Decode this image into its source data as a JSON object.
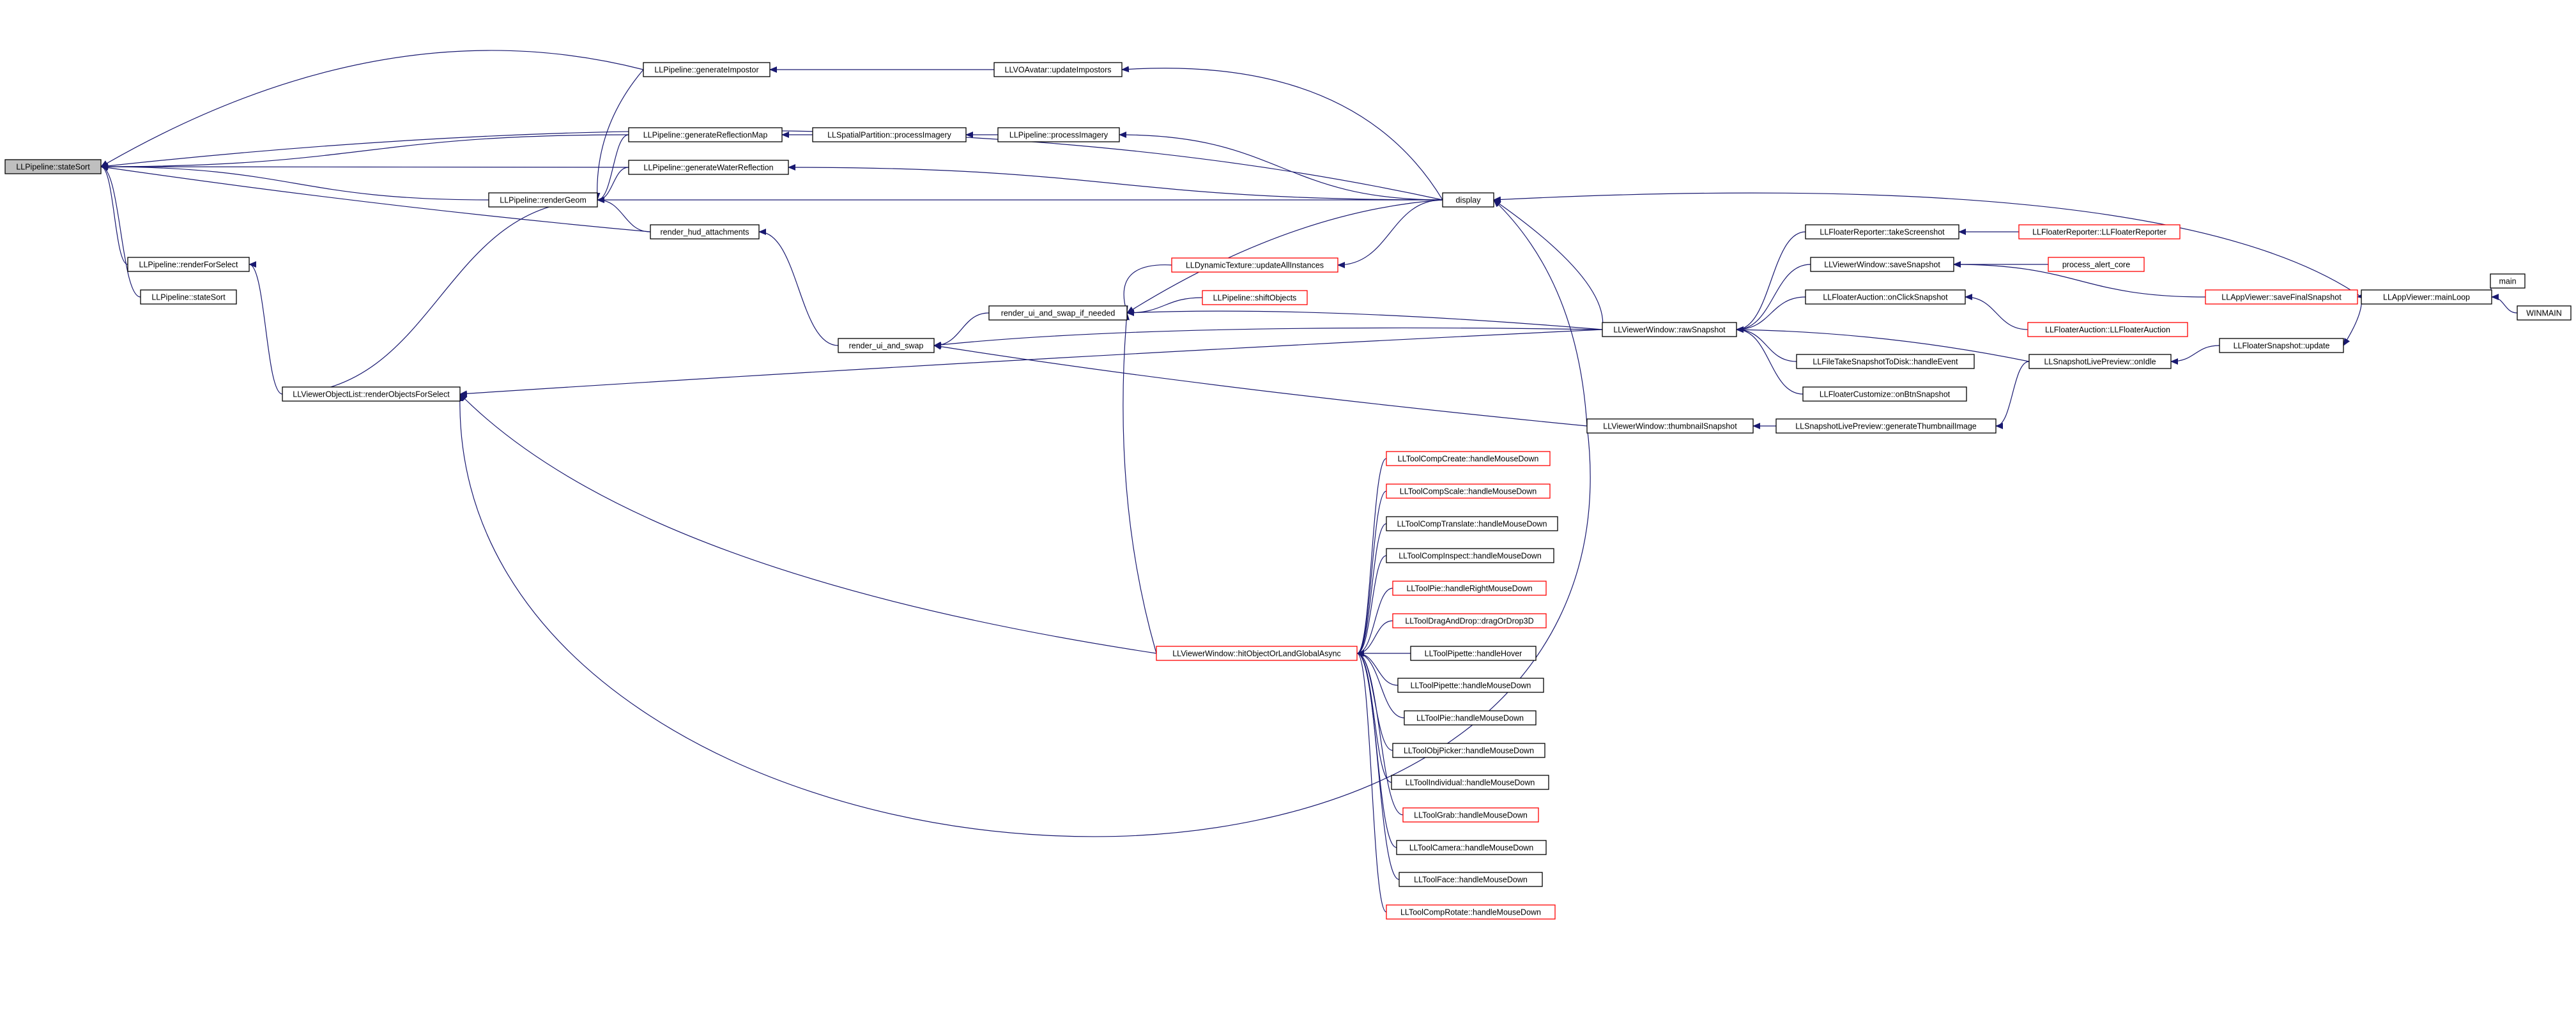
{
  "colors": {
    "edge": "#191970",
    "node_border": "#000000",
    "node_truncated_border": "#ff0000",
    "root_fill": "#bfbfbf",
    "node_fill": "#ffffff"
  },
  "nodes": [
    {
      "id": "stateSort_root",
      "label": "LLPipeline::stateSort",
      "kind": "root"
    },
    {
      "id": "renderForSelect",
      "label": "LLPipeline::renderForSelect",
      "kind": "normal"
    },
    {
      "id": "stateSort2",
      "label": "LLPipeline::stateSort",
      "kind": "normal"
    },
    {
      "id": "renderObjectsForSelect",
      "label": "LLViewerObjectList::renderObjectsForSelect",
      "kind": "normal"
    },
    {
      "id": "renderGeom",
      "label": "LLPipeline::renderGeom",
      "kind": "normal"
    },
    {
      "id": "generateImpostor",
      "label": "LLPipeline::generateImpostor",
      "kind": "normal"
    },
    {
      "id": "generateReflectionMap",
      "label": "LLPipeline::generateReflectionMap",
      "kind": "normal"
    },
    {
      "id": "generateWaterReflection",
      "label": "LLPipeline::generateWaterReflection",
      "kind": "normal"
    },
    {
      "id": "render_hud_attachments",
      "label": "render_hud_attachments",
      "kind": "normal"
    },
    {
      "id": "render_ui_and_swap",
      "label": "render_ui_and_swap",
      "kind": "normal"
    },
    {
      "id": "updateImpostors",
      "label": "LLVOAvatar::updateImpostors",
      "kind": "normal"
    },
    {
      "id": "spatialProcessImagery",
      "label": "LLSpatialPartition::processImagery",
      "kind": "normal"
    },
    {
      "id": "pipelineProcessImagery",
      "label": "LLPipeline::processImagery",
      "kind": "normal"
    },
    {
      "id": "render_ui_and_swap_if_needed",
      "label": "render_ui_and_swap_if_needed",
      "kind": "normal"
    },
    {
      "id": "updateAllInstances",
      "label": "LLDynamicTexture::updateAllInstances",
      "kind": "truncated"
    },
    {
      "id": "shiftObjects",
      "label": "LLPipeline::shiftObjects",
      "kind": "truncated"
    },
    {
      "id": "display",
      "label": "display",
      "kind": "normal"
    },
    {
      "id": "rawSnapshot",
      "label": "LLViewerWindow::rawSnapshot",
      "kind": "normal"
    },
    {
      "id": "thumbnailSnapshot",
      "label": "LLViewerWindow::thumbnailSnapshot",
      "kind": "normal"
    },
    {
      "id": "hitObjectOrLandGlobalAsync",
      "label": "LLViewerWindow::hitObjectOrLandGlobalAsync",
      "kind": "truncated"
    },
    {
      "id": "compCreate",
      "label": "LLToolCompCreate::handleMouseDown",
      "kind": "truncated"
    },
    {
      "id": "compScale",
      "label": "LLToolCompScale::handleMouseDown",
      "kind": "truncated"
    },
    {
      "id": "compTranslate",
      "label": "LLToolCompTranslate::handleMouseDown",
      "kind": "normal"
    },
    {
      "id": "compInspect",
      "label": "LLToolCompInspect::handleMouseDown",
      "kind": "normal"
    },
    {
      "id": "pieRight",
      "label": "LLToolPie::handleRightMouseDown",
      "kind": "truncated"
    },
    {
      "id": "dragAndDrop",
      "label": "LLToolDragAndDrop::dragOrDrop3D",
      "kind": "truncated"
    },
    {
      "id": "pipetteHover",
      "label": "LLToolPipette::handleHover",
      "kind": "normal"
    },
    {
      "id": "pipetteDown",
      "label": "LLToolPipette::handleMouseDown",
      "kind": "normal"
    },
    {
      "id": "pieDown",
      "label": "LLToolPie::handleMouseDown",
      "kind": "normal"
    },
    {
      "id": "objPicker",
      "label": "LLToolObjPicker::handleMouseDown",
      "kind": "normal"
    },
    {
      "id": "individual",
      "label": "LLToolIndividual::handleMouseDown",
      "kind": "normal"
    },
    {
      "id": "grab",
      "label": "LLToolGrab::handleMouseDown",
      "kind": "truncated"
    },
    {
      "id": "camera",
      "label": "LLToolCamera::handleMouseDown",
      "kind": "normal"
    },
    {
      "id": "face",
      "label": "LLToolFace::handleMouseDown",
      "kind": "normal"
    },
    {
      "id": "compRotate",
      "label": "LLToolCompRotate::handleMouseDown",
      "kind": "truncated"
    },
    {
      "id": "takeScreenshot",
      "label": "LLFloaterReporter::takeScreenshot",
      "kind": "normal"
    },
    {
      "id": "saveSnapshot",
      "label": "LLViewerWindow::saveSnapshot",
      "kind": "normal"
    },
    {
      "id": "onClickSnapshot",
      "label": "LLFloaterAuction::onClickSnapshot",
      "kind": "normal"
    },
    {
      "id": "fileTakeSnapshot",
      "label": "LLFileTakeSnapshotToDisk::handleEvent",
      "kind": "normal"
    },
    {
      "id": "customizeSnapshot",
      "label": "LLFloaterCustomize::onBtnSnapshot",
      "kind": "normal"
    },
    {
      "id": "generateThumbnailImage",
      "label": "LLSnapshotLivePreview::generateThumbnailImage",
      "kind": "normal"
    },
    {
      "id": "floaterReporterCtor",
      "label": "LLFloaterReporter::LLFloaterReporter",
      "kind": "truncated"
    },
    {
      "id": "processAlertCore",
      "label": "process_alert_core",
      "kind": "truncated"
    },
    {
      "id": "saveFinalSnapshot",
      "label": "LLAppViewer::saveFinalSnapshot",
      "kind": "truncated"
    },
    {
      "id": "floaterAuctionCtor",
      "label": "LLFloaterAuction::LLFloaterAuction",
      "kind": "truncated"
    },
    {
      "id": "onIdle",
      "label": "LLSnapshotLivePreview::onIdle",
      "kind": "normal"
    },
    {
      "id": "floaterSnapshotUpdate",
      "label": "LLFloaterSnapshot::update",
      "kind": "normal"
    },
    {
      "id": "mainLoop",
      "label": "LLAppViewer::mainLoop",
      "kind": "normal"
    },
    {
      "id": "main",
      "label": "main",
      "kind": "normal"
    },
    {
      "id": "winmain",
      "label": "WINMAIN",
      "kind": "normal"
    }
  ],
  "edges": [
    [
      "renderForSelect",
      "stateSort_root"
    ],
    [
      "stateSort2",
      "stateSort_root"
    ],
    [
      "renderGeom",
      "stateSort_root"
    ],
    [
      "generateImpostor",
      "stateSort_root"
    ],
    [
      "generateReflectionMap",
      "stateSort_root"
    ],
    [
      "generateWaterReflection",
      "stateSort_root"
    ],
    [
      "render_hud_attachments",
      "stateSort_root"
    ],
    [
      "display",
      "stateSort_root"
    ],
    [
      "renderObjectsForSelect",
      "renderForSelect"
    ],
    [
      "renderObjectsForSelect",
      "renderGeom"
    ],
    [
      "hitObjectOrLandGlobalAsync",
      "renderObjectsForSelect"
    ],
    [
      "thumbnailSnapshot",
      "renderObjectsForSelect"
    ],
    [
      "rawSnapshot",
      "renderObjectsForSelect"
    ],
    [
      "generateImpostor",
      "renderGeom"
    ],
    [
      "generateReflectionMap",
      "renderGeom"
    ],
    [
      "generateWaterReflection",
      "renderGeom"
    ],
    [
      "render_hud_attachments",
      "renderGeom"
    ],
    [
      "display",
      "renderGeom"
    ],
    [
      "updateImpostors",
      "generateImpostor"
    ],
    [
      "display",
      "updateImpostors"
    ],
    [
      "spatialProcessImagery",
      "generateReflectionMap"
    ],
    [
      "pipelineProcessImagery",
      "spatialProcessImagery"
    ],
    [
      "display",
      "pipelineProcessImagery"
    ],
    [
      "display",
      "generateWaterReflection"
    ],
    [
      "render_ui_and_swap",
      "render_hud_attachments"
    ],
    [
      "render_ui_and_swap_if_needed",
      "render_ui_and_swap"
    ],
    [
      "rawSnapshot",
      "render_ui_and_swap"
    ],
    [
      "thumbnailSnapshot",
      "render_ui_and_swap"
    ],
    [
      "display",
      "render_ui_and_swap_if_needed"
    ],
    [
      "updateAllInstances",
      "render_ui_and_swap_if_needed"
    ],
    [
      "shiftObjects",
      "render_ui_and_swap_if_needed"
    ],
    [
      "rawSnapshot",
      "render_ui_and_swap_if_needed"
    ],
    [
      "hitObjectOrLandGlobalAsync",
      "render_ui_and_swap_if_needed"
    ],
    [
      "display",
      "updateAllInstances"
    ],
    [
      "mainLoop",
      "display"
    ],
    [
      "rawSnapshot",
      "display"
    ],
    [
      "thumbnailSnapshot",
      "display"
    ],
    [
      "takeScreenshot",
      "rawSnapshot"
    ],
    [
      "saveSnapshot",
      "rawSnapshot"
    ],
    [
      "onClickSnapshot",
      "rawSnapshot"
    ],
    [
      "fileTakeSnapshot",
      "rawSnapshot"
    ],
    [
      "customizeSnapshot",
      "rawSnapshot"
    ],
    [
      "onIdle",
      "rawSnapshot"
    ],
    [
      "generateThumbnailImage",
      "thumbnailSnapshot"
    ],
    [
      "onIdle",
      "generateThumbnailImage"
    ],
    [
      "floaterReporterCtor",
      "takeScreenshot"
    ],
    [
      "processAlertCore",
      "saveSnapshot"
    ],
    [
      "saveFinalSnapshot",
      "saveSnapshot"
    ],
    [
      "floaterAuctionCtor",
      "onClickSnapshot"
    ],
    [
      "mainLoop",
      "saveFinalSnapshot"
    ],
    [
      "floaterSnapshotUpdate",
      "onIdle"
    ],
    [
      "mainLoop",
      "floaterSnapshotUpdate"
    ],
    [
      "main",
      "mainLoop"
    ],
    [
      "winmain",
      "mainLoop"
    ],
    [
      "compCreate",
      "hitObjectOrLandGlobalAsync"
    ],
    [
      "compScale",
      "hitObjectOrLandGlobalAsync"
    ],
    [
      "compTranslate",
      "hitObjectOrLandGlobalAsync"
    ],
    [
      "compInspect",
      "hitObjectOrLandGlobalAsync"
    ],
    [
      "pieRight",
      "hitObjectOrLandGlobalAsync"
    ],
    [
      "dragAndDrop",
      "hitObjectOrLandGlobalAsync"
    ],
    [
      "pipetteHover",
      "hitObjectOrLandGlobalAsync"
    ],
    [
      "pipetteDown",
      "hitObjectOrLandGlobalAsync"
    ],
    [
      "pieDown",
      "hitObjectOrLandGlobalAsync"
    ],
    [
      "objPicker",
      "hitObjectOrLandGlobalAsync"
    ],
    [
      "individual",
      "hitObjectOrLandGlobalAsync"
    ],
    [
      "grab",
      "hitObjectOrLandGlobalAsync"
    ],
    [
      "camera",
      "hitObjectOrLandGlobalAsync"
    ],
    [
      "face",
      "hitObjectOrLandGlobalAsync"
    ],
    [
      "compRotate",
      "hitObjectOrLandGlobalAsync"
    ]
  ]
}
